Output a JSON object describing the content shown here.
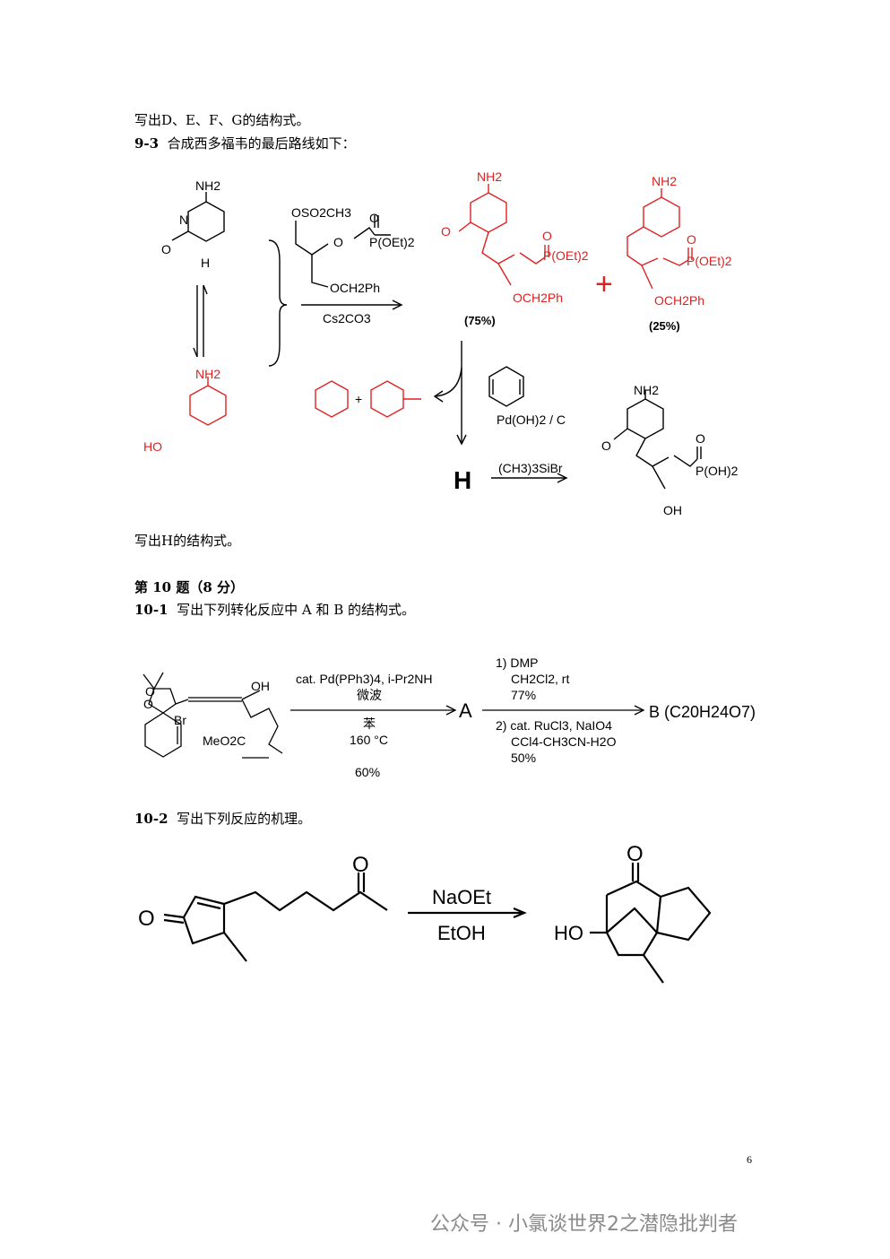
{
  "q9": {
    "write_defg": "写出D、E、F、G的结构式。",
    "sub_label": "9-3",
    "sub_text": "合成西多福韦的最后路线如下：",
    "write_h": "写出H的结构式。"
  },
  "q10": {
    "heading": "第 10 题（8 分）",
    "p1_label": "10-1",
    "p1_text": "写出下列转化反应中 A 和 B 的结构式。",
    "p2_label": "10-2",
    "p2_text": "写出下列反应的机理。"
  },
  "scheme1": {
    "nh2": "NH2",
    "o": "O",
    "n": "N",
    "h": "H",
    "ho": "HO",
    "reagent_top": "OSO2CH3",
    "poet2": "P(OEt)2",
    "och2ph": "OCH2Ph",
    "base": "Cs2CO3",
    "yield_major": "(75%)",
    "yield_minor": "(25%)",
    "plus": "+",
    "catalyst": "Pd(OH)2 / C",
    "compound_h": "H",
    "deprotect": "(CH3)3SiBr",
    "po_oh2": "P(OH)2",
    "oh": "OH"
  },
  "scheme2": {
    "cond1": "cat. Pd(PPh3)4, i-Pr2NH",
    "cond2": "微波",
    "cond3": "苯",
    "cond4": "160 °C",
    "cond5": "60%",
    "product_a": "A",
    "step1a": "1) DMP",
    "step1b": "CH2Cl2, rt",
    "step1c": "77%",
    "step2a": "2) cat. RuCl3, NaIO4",
    "step2b": "CCl4-CH3CN-H2O",
    "step2c": "50%",
    "product_b": "B (C20H24O7)",
    "oh": "OH",
    "br": "Br",
    "meo2c": "MeO2C",
    "o": "O"
  },
  "scheme3": {
    "reagent": "NaOEt",
    "solvent": "EtOH",
    "o": "O",
    "ho": "HO"
  },
  "page_number": "6",
  "footer": "公众号 · 小氯谈世界2之潜隐批判者",
  "colors": {
    "red": "#e02020",
    "text": "#000000",
    "footer_gray": "#8a8a8a"
  }
}
